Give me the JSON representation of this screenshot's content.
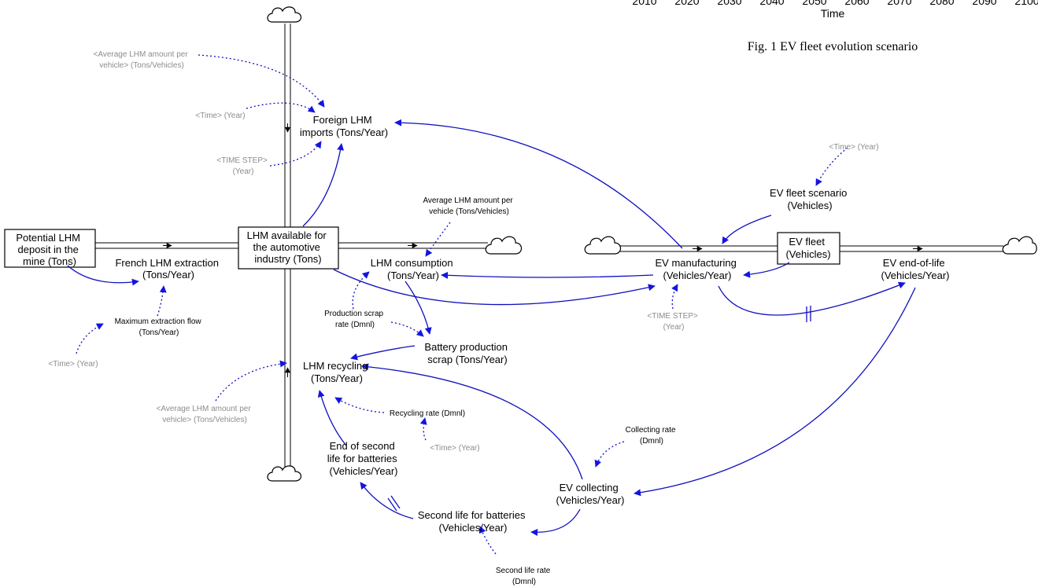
{
  "figure_top": {
    "x_axis_ticks": [
      "2010",
      "2020",
      "2030",
      "2040",
      "2050",
      "2060",
      "2070",
      "2080",
      "2090",
      "2100"
    ],
    "x_axis_title": "Time",
    "caption": "Fig. 1 EV fleet evolution scenario"
  },
  "stocks": {
    "potential_deposit": [
      "Potential LHM",
      "deposit in the",
      "mine (Tons)"
    ],
    "lhm_available": [
      "LHM available for",
      "the automotive",
      "industry (Tons)"
    ],
    "ev_fleet": [
      "EV fleet",
      "(Vehicles)"
    ]
  },
  "flows": {
    "french_extraction": [
      "French LHM extraction",
      "(Tons/Year)"
    ],
    "foreign_imports": [
      "Foreign LHM",
      "imports (Tons/Year)"
    ],
    "lhm_consumption": [
      "LHM consumption",
      "(Tons/Year)"
    ],
    "ev_manufacturing": [
      "EV manufacturing",
      "(Vehicles/Year)"
    ],
    "ev_end_of_life": [
      "EV end-of-life",
      "(Vehicles/Year)"
    ],
    "lhm_recycling": [
      "LHM recycling",
      "(Tons/Year)"
    ]
  },
  "variables": {
    "battery_scrap": [
      "Battery production",
      "scrap (Tons/Year)"
    ],
    "ev_fleet_scenario": [
      "EV fleet scenario",
      "(Vehicles)"
    ],
    "ev_collecting": [
      "EV collecting",
      "(Vehicles/Year)"
    ],
    "end_second_life": [
      "End of second",
      "life for batteries",
      "(Vehicles/Year)"
    ],
    "second_life": [
      "Second life for batteries",
      "(Vehicles/Year)"
    ]
  },
  "parameters": {
    "max_extraction": [
      "Maximum extraction flow",
      "(Tons/Year)"
    ],
    "avg_lhm": [
      "Average LHM amount per",
      "vehicle (Tons/Vehicles)"
    ],
    "production_scrap_rate": [
      "Production scrap",
      "rate (Dmnl)"
    ],
    "recycling_rate": [
      "Recycling rate (Dmnl)"
    ],
    "collecting_rate": [
      "Collecting rate",
      "(Dmnl)"
    ],
    "second_life_rate": [
      "Second life rate",
      "(Dmnl)"
    ]
  },
  "shadows": {
    "avg_lhm_top": [
      "<Average LHM amount per",
      "vehicle> (Tons/Vehicles)"
    ],
    "time_imports": [
      "<Time> (Year)"
    ],
    "time_step_imports": [
      "<TIME STEP>",
      "(Year)"
    ],
    "time_extraction": [
      "<Time> (Year)"
    ],
    "avg_lhm_bottom": [
      "<Average LHM amount per",
      "vehicle> (Tons/Vehicles)"
    ],
    "time_recycling": [
      "<Time> (Year)"
    ],
    "time_step_manufacturing": [
      "<TIME STEP>",
      "(Year)"
    ],
    "time_fleet_scenario": [
      "<Time> (Year)"
    ]
  },
  "colors": {
    "arrow": "#0f0fbf",
    "arrowhead": "#1414e0",
    "shadow_text": "#8c8c8c",
    "stock_border": "#000000",
    "pipe": "#000000"
  },
  "icons": [
    "cloud-icon",
    "flow-valve-icon",
    "delay-mark-icon"
  ]
}
